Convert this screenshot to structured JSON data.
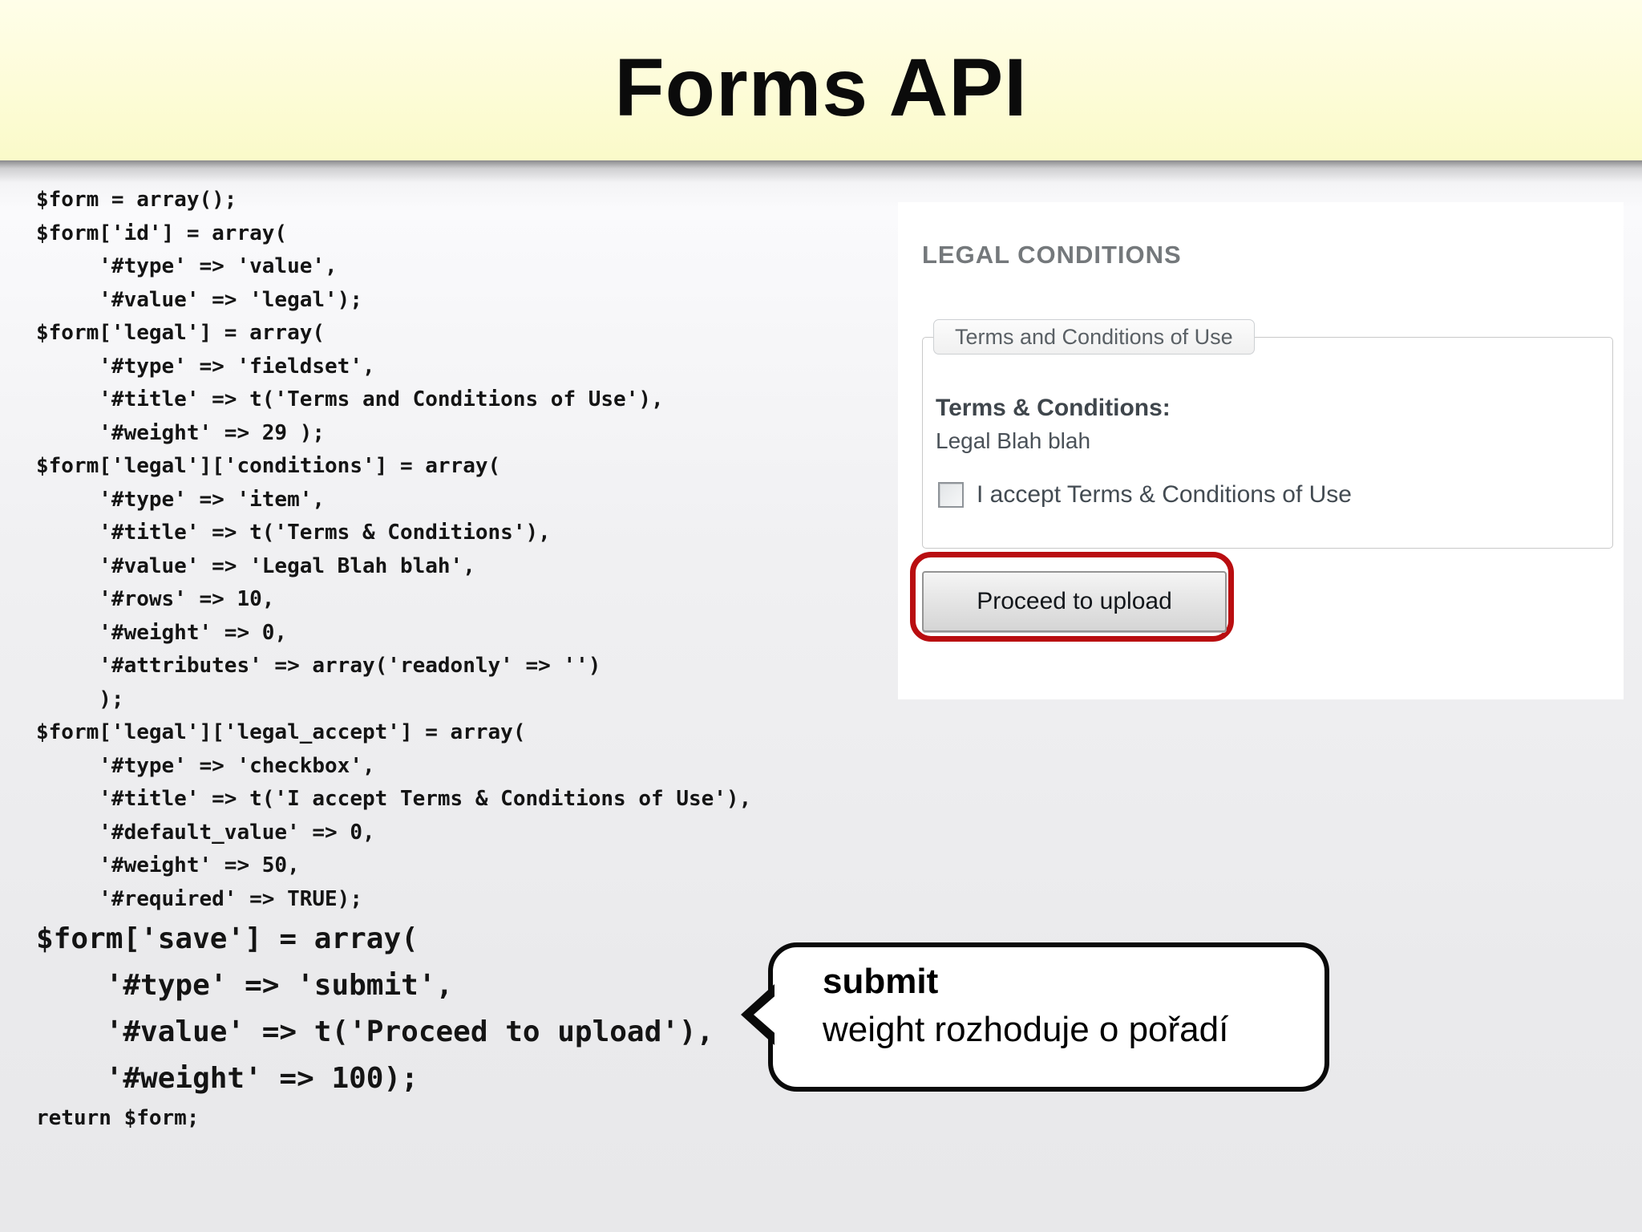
{
  "header": {
    "title": "Forms API"
  },
  "code": {
    "block1": "$form = array();\n$form['id'] = array(\n     '#type' => 'value',\n     '#value' => 'legal');\n$form['legal'] = array(\n     '#type' => 'fieldset',\n     '#title' => t('Terms and Conditions of Use'),\n     '#weight' => 29 );\n$form['legal']['conditions'] = array(\n     '#type' => 'item',\n     '#title' => t('Terms & Conditions'),\n     '#value' => 'Legal Blah blah',\n     '#rows' => 10,\n     '#weight' => 0,\n     '#attributes' => array('readonly' => '')\n     );\n$form['legal']['legal_accept'] = array(\n     '#type' => 'checkbox',\n     '#title' => t('I accept Terms & Conditions of Use'),\n     '#default_value' => 0,\n     '#weight' => 50,\n     '#required' => TRUE);",
    "block2": "$form['save'] = array(\n    '#type' => 'submit',\n    '#value' => t('Proceed to upload'),\n    '#weight' => 100);",
    "block3": "return $form;"
  },
  "form_preview": {
    "heading": "LEGAL CONDITIONS",
    "fieldset_legend": "Terms and Conditions of Use",
    "item_label": "Terms & Conditions:",
    "item_value": "Legal Blah blah",
    "checkbox_label": "I accept Terms & Conditions of Use",
    "checkbox_checked": "false",
    "submit_label": "Proceed to upload"
  },
  "callout": {
    "title": "submit",
    "text": "weight rozhoduje o pořadí"
  },
  "colors": {
    "header_bg": "#fdfcd8",
    "annotation_red": "#b90d10",
    "callout_border": "#0a0a0a",
    "heading_gray": "#74787b"
  }
}
